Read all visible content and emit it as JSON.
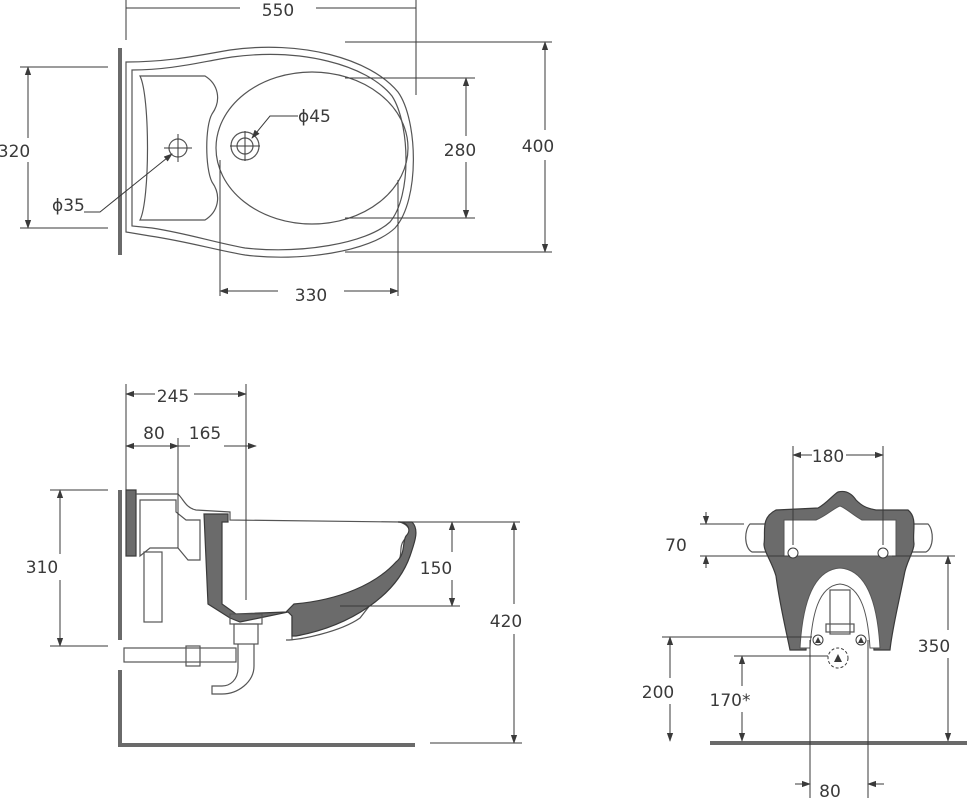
{
  "top_view": {
    "width": "550",
    "overall_depth": "400",
    "bowl_depth": "280",
    "mount_width": "320",
    "bowl_length": "330",
    "drain_diameter": "ϕ45",
    "tap_hole_diameter": "ϕ35"
  },
  "side_view": {
    "depth_245": "245",
    "offset_80": "80",
    "offset_165": "165",
    "height_310": "310",
    "bowl_depth_150": "150",
    "height_420": "420"
  },
  "front_view": {
    "hole_spacing": "180",
    "hole_height": "70",
    "height_350": "350",
    "height_200": "200",
    "height_170": "170*",
    "width_80": "80"
  }
}
